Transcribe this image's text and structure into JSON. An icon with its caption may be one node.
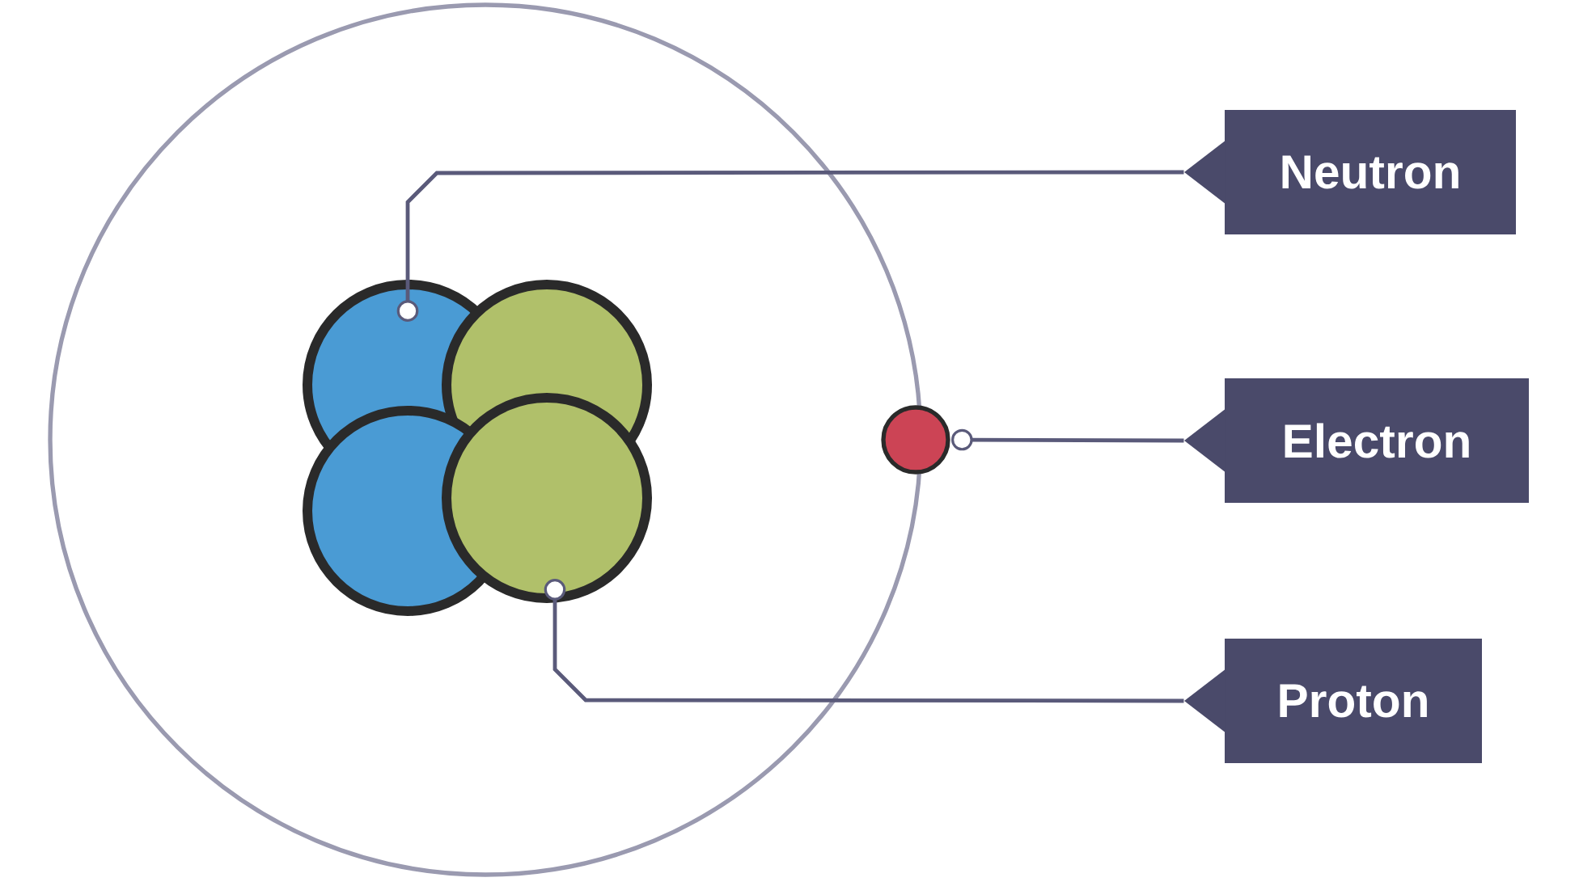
{
  "diagram": {
    "nodes": [
      {
        "text": [
          "Neutron"
        ]
      },
      {
        "text": [
          "Electron"
        ]
      },
      {
        "text": [
          "Proton"
        ]
      },
      {
        "text": [],
        "shape": "circle"
      },
      {
        "text": [],
        "shape": "circle"
      },
      {
        "text": [],
        "shape": "circle"
      },
      {
        "text": [],
        "shape": "circle"
      },
      {
        "text": [],
        "shape": "circle"
      }
    ],
    "edges": [
      {
        "from": 0,
        "to": 3,
        "arrow": "other"
      },
      {
        "from": 1,
        "to": 7,
        "arrow": "other"
      },
      {
        "from": 2,
        "to": 6,
        "arrow": "other"
      }
    ]
  }
}
